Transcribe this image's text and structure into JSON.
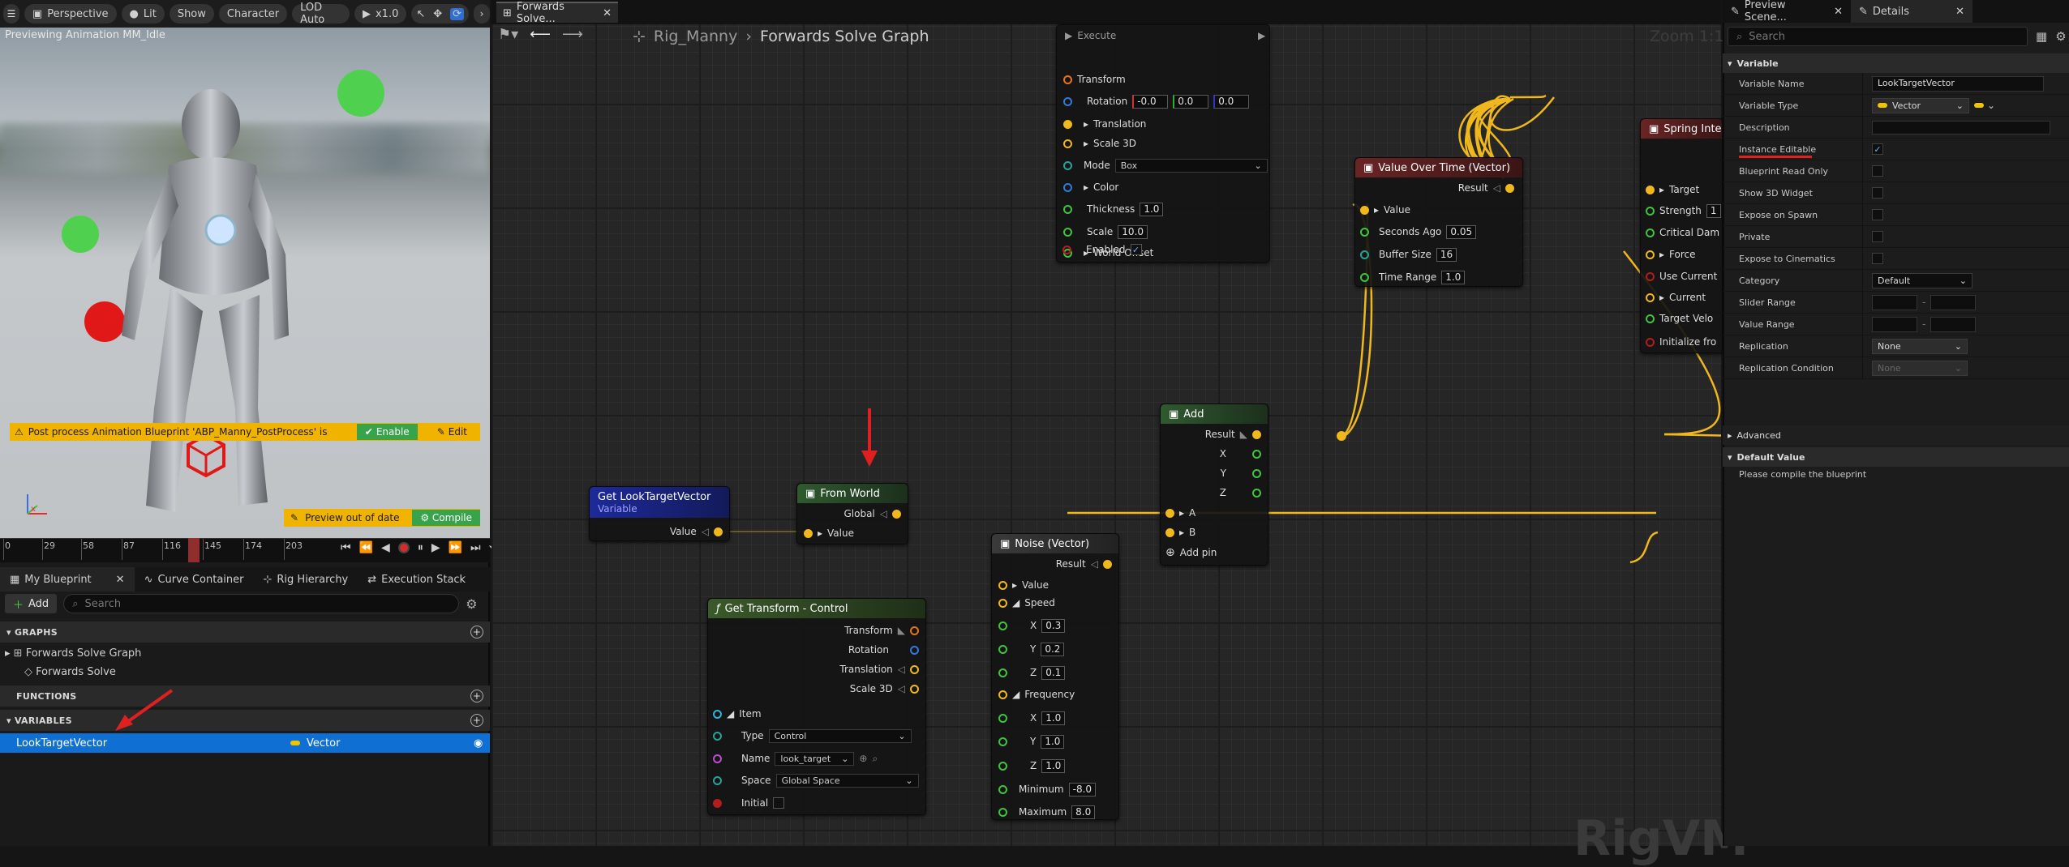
{
  "viewport": {
    "toolbar": {
      "perspective": "Perspective",
      "lit": "Lit",
      "show": "Show",
      "character": "Character",
      "lod": "LOD Auto",
      "speed": "x1.0"
    },
    "caption": "Previewing Animation MM_Idle",
    "warning": {
      "text": "Post process Animation Blueprint 'ABP_Manny_PostProcess' is",
      "enable": "Enable",
      "edit": "Edit"
    },
    "compile_bar": {
      "text": "Preview out of date",
      "compile": "Compile"
    }
  },
  "timeline": {
    "ticks": [
      "0",
      "29",
      "58",
      "87",
      "116",
      "145",
      "174",
      "203"
    ]
  },
  "blueprint": {
    "tabs": [
      "My Blueprint",
      "Curve Container",
      "Rig Hierarchy",
      "Execution Stack"
    ],
    "add_label": "Add",
    "search_placeholder": "Search",
    "sections": {
      "graphs": "GRAPHS",
      "functions": "FUNCTIONS",
      "variables": "VARIABLES"
    },
    "graph_items": [
      "Forwards Solve Graph",
      "Forwards Solve"
    ],
    "variable": {
      "name": "LookTargetVector",
      "type": "Vector"
    }
  },
  "graph": {
    "tab_title": "Forwards Solve...",
    "breadcrumb": [
      "Rig_Manny",
      "Forwards Solve Graph"
    ],
    "zoom": "Zoom 1:1",
    "watermark": "RigVM",
    "nodes": {
      "draw": {
        "execute": "Execute",
        "transform": "Transform",
        "rotation": "Rotation",
        "rot_x": "-0.0",
        "rot_y": "0.0",
        "rot_z": "0.0",
        "translation": "Translation",
        "scale3d": "Scale 3D",
        "mode": "Mode",
        "mode_value": "Box",
        "color": "Color",
        "thickness": "Thickness",
        "thickness_value": "1.0",
        "scale": "Scale",
        "scale_value": "10.0",
        "world_offset": "World Offset",
        "enabled": "Enabled"
      },
      "value_over_time": {
        "title": "Value Over Time (Vector)",
        "result": "Result",
        "value": "Value",
        "seconds_ago": "Seconds Ago",
        "seconds_ago_value": "0.05",
        "buffer_size": "Buffer Size",
        "buffer_size_value": "16",
        "time_range": "Time Range",
        "time_range_value": "1.0"
      },
      "spring": {
        "title": "Spring Inter",
        "target": "Target",
        "strength": "Strength",
        "strength_value": "1",
        "critical": "Critical Dam",
        "force": "Force",
        "use_current": "Use Current",
        "current": "Current",
        "target_velo": "Target Velo",
        "initialize": "Initialize fro"
      },
      "add": {
        "title": "Add",
        "result": "Result",
        "x": "X",
        "y": "Y",
        "z": "Z",
        "a": "A",
        "b": "B",
        "add_pin": "Add pin"
      },
      "get_var": {
        "title": "Get LookTargetVector",
        "subtitle": "Variable",
        "value": "Value"
      },
      "from_world": {
        "title": "From World",
        "global": "Global",
        "value": "Value"
      },
      "noise": {
        "title": "Noise (Vector)",
        "result": "Result",
        "value": "Value",
        "speed": "Speed",
        "x": "X",
        "y": "Y",
        "z": "Z",
        "sx": "0.3",
        "sy": "0.2",
        "sz": "0.1",
        "frequency": "Frequency",
        "fx": "1.0",
        "fy": "1.0",
        "fz": "1.0",
        "minimum": "Minimum",
        "minimum_value": "-8.0",
        "maximum": "Maximum",
        "maximum_value": "8.0"
      },
      "get_transform": {
        "title": "Get Transform - Control",
        "transform": "Transform",
        "rotation": "Rotation",
        "translation": "Translation",
        "scale3d": "Scale 3D",
        "item": "Item",
        "type": "Type",
        "type_value": "Control",
        "name": "Name",
        "name_value": "look_target",
        "space": "Space",
        "space_value": "Global Space",
        "initial": "Initial"
      }
    }
  },
  "details": {
    "tabs": [
      "Preview Scene...",
      "Details"
    ],
    "search_placeholder": "Search",
    "variable_section": "Variable",
    "rows": {
      "variable_name": {
        "label": "Variable Name",
        "value": "LookTargetVector"
      },
      "variable_type": {
        "label": "Variable Type",
        "value": "Vector"
      },
      "description": {
        "label": "Description",
        "value": ""
      },
      "instance_editable": {
        "label": "Instance Editable"
      },
      "bp_read_only": {
        "label": "Blueprint Read Only"
      },
      "show_3d_widget": {
        "label": "Show 3D Widget"
      },
      "expose_on_spawn": {
        "label": "Expose on Spawn"
      },
      "private": {
        "label": "Private"
      },
      "expose_cinematics": {
        "label": "Expose to Cinematics"
      },
      "category": {
        "label": "Category",
        "value": "Default"
      },
      "slider_range": {
        "label": "Slider Range"
      },
      "value_range": {
        "label": "Value Range"
      },
      "replication": {
        "label": "Replication",
        "value": "None"
      },
      "replication_condition": {
        "label": "Replication Condition",
        "value": "None"
      }
    },
    "advanced": "Advanced",
    "default_value": "Default Value",
    "compile_note": "Please compile the blueprint"
  },
  "colors": {
    "accent_selected": "#0f6fd2",
    "warning": "#f0b400",
    "exec_wire": "#f0b81c",
    "annotation_red": "#e02020"
  }
}
